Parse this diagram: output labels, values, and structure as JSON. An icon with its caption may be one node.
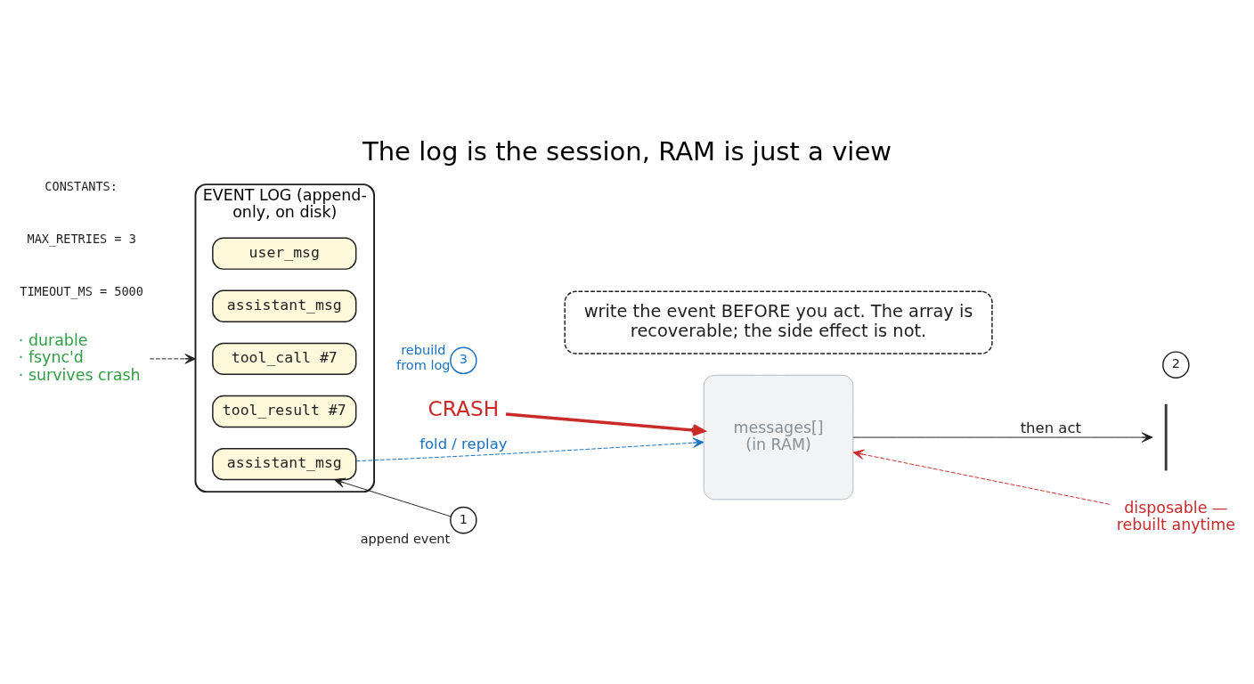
{
  "diagram": {
    "title": "The log is the session, RAM is just a view",
    "nodes": [
      {
        "text": [
          "· durable",
          "· fsync'd",
          "· survives crash"
        ]
      },
      {
        "text": [
          "EVENT LOG (append-only, on disk)"
        ]
      },
      {
        "text": [
          "user_msg"
        ],
        "in": 1
      },
      {
        "text": [
          "assistant_msg"
        ],
        "in": 1
      },
      {
        "text": [
          "tool_call #7"
        ],
        "in": 1
      },
      {
        "text": [
          "tool_result #7"
        ],
        "in": 1
      },
      {
        "text": [
          "assistant_msg"
        ],
        "in": 1
      },
      {
        "text": [
          "CRASH"
        ]
      },
      {
        "text": [
          "disposable — rebuilt anytime"
        ]
      },
      {
        "text": [
          "messages[] (in RAM)"
        ]
      },
      {
        "text": [
          "3"
        ],
        "beside": [
          "rebuild from log"
        ]
      },
      {
        "text": [
          "2"
        ]
      },
      {
        "text": [],
        "shape": "bracket"
      },
      {
        "text": [
          "1"
        ],
        "beside": [
          "append event"
        ]
      },
      {
        "text": [
          "write the event BEFORE you act. The array is recoverable; the side effect is not."
        ]
      }
    ],
    "edges": [
      {
        "from": 0,
        "to": 1,
        "arrow": "to",
        "style": "dashed"
      },
      {
        "from": 7,
        "to": 9,
        "arrow": "to",
        "style": "thick",
        "color": "#c92a2a"
      },
      {
        "from": 8,
        "to": 9,
        "arrow": "to",
        "style": "dashed",
        "color": "#c92a2a"
      },
      {
        "from": 6,
        "to": 9,
        "arrow": "to",
        "label": "fold / replay",
        "style": "dashed",
        "color": "#1971c2"
      },
      {
        "from": 9,
        "to": 12,
        "arrow": "to",
        "label": "then act"
      },
      {
        "from": 13,
        "to": 6,
        "arrow": "to"
      }
    ],
    "labels": [
      "CONSTANTS:",
      "MAX_RETRIES = 3",
      "TIMEOUT_MS = 5000"
    ]
  }
}
